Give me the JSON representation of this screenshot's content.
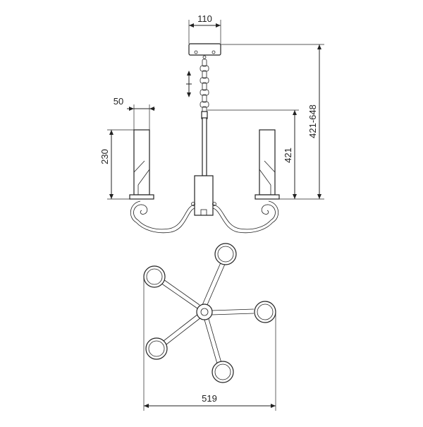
{
  "dimensions": {
    "canopy_width": "110",
    "shade_width": "50",
    "shade_height": "230",
    "body_height": "421",
    "total_height": "421-648",
    "chain_adjust": "↕",
    "span_width": "519"
  },
  "colors": {
    "line": "#222222",
    "background": "#ffffff"
  },
  "top_view": {
    "arm_count": 5
  }
}
